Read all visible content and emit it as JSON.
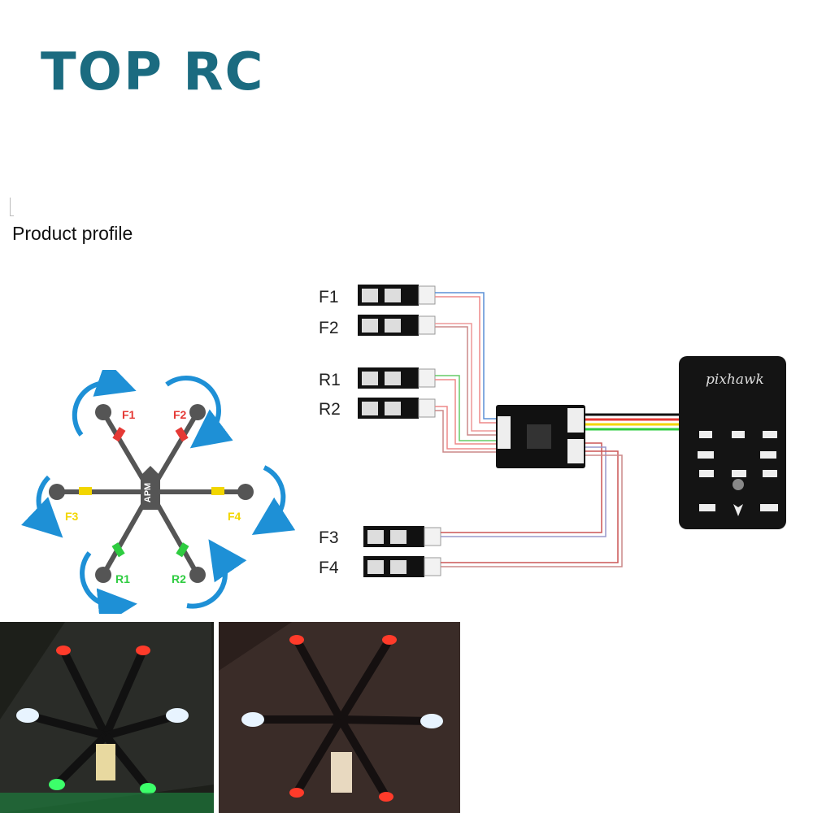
{
  "brand": {
    "logo_text": "TOP RC",
    "color": "#1b6b80"
  },
  "section": {
    "title": "Product profile"
  },
  "hex_diagram": {
    "controller_label": "APM",
    "arm_labels": {
      "f1": "F1",
      "f2": "F2",
      "f3": "F3",
      "f4": "F4",
      "r1": "R1",
      "r2": "R2"
    },
    "colors": {
      "front": "#e53935",
      "side": "#f2d600",
      "rear": "#2ecc40",
      "arrow": "#1e90d6",
      "frame": "#555555"
    }
  },
  "wiring": {
    "led_labels": {
      "f1": "F1",
      "f2": "F2",
      "r1": "R1",
      "r2": "R2",
      "f3": "F3",
      "f4": "F4"
    },
    "fc_name": "pixhawk"
  },
  "photos": [
    {
      "name": "leds-mixed-colors"
    },
    {
      "name": "leds-red-white"
    }
  ]
}
